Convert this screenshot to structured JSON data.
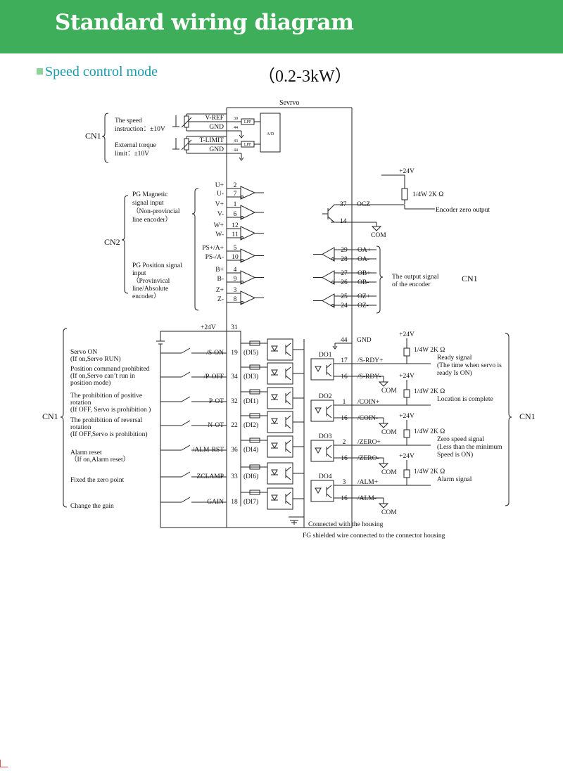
{
  "header": {
    "title": "Standard wiring diagram",
    "bg_color": "#3fae5a"
  },
  "mode": {
    "label": "Speed control mode",
    "range": "（0.2-3kW）",
    "label_color": "#1b9aaa"
  },
  "servo_label": "Sevrvo",
  "cn1_label": "CN1",
  "cn2_label": "CN2",
  "analog": {
    "speed_desc": [
      "The speed",
      "instruction：±10V"
    ],
    "torque_desc": [
      "External torque",
      "limit：±10V"
    ],
    "lpf": "LPF",
    "ad": "A/D",
    "signals": [
      {
        "name": "V-REF",
        "pin": "30"
      },
      {
        "name": "GND",
        "pin": "44"
      },
      {
        "name": "T-LIMIT",
        "pin": "43"
      },
      {
        "name": "GND",
        "pin": "44"
      }
    ]
  },
  "encoder_in": {
    "pg_mag_desc": [
      "PG Magnetic",
      "signal input",
      "（Non-provincial",
      "line encoder）"
    ],
    "pg_pos_desc": [
      "PG Position signal",
      "input",
      "（Provinvical",
      "line/Absolute",
      "encoder）"
    ],
    "signals": [
      {
        "name": "U+",
        "pin": "2"
      },
      {
        "name": "U-",
        "pin": "7"
      },
      {
        "name": "V+",
        "pin": "1"
      },
      {
        "name": "V-",
        "pin": "6"
      },
      {
        "name": "W+",
        "pin": "12"
      },
      {
        "name": "W-",
        "pin": "11"
      },
      {
        "name": "PS+/A+",
        "pin": "5"
      },
      {
        "name": "PS-/A-",
        "pin": "10"
      },
      {
        "name": "B+",
        "pin": "4"
      },
      {
        "name": "B-",
        "pin": "9"
      },
      {
        "name": "Z+",
        "pin": "3"
      },
      {
        "name": "Z-",
        "pin": "8"
      }
    ]
  },
  "encoder_zero": {
    "supply": "+24V",
    "resistor": "1/4W 2K Ω",
    "pin_ocz": "37",
    "name_ocz": "OCZ",
    "pin_gnd": "14",
    "com": "COM",
    "label": "Encoder zero output"
  },
  "encoder_out": {
    "desc": [
      "The output signal",
      "of the encoder"
    ],
    "cn": "CN1",
    "signals": [
      {
        "name": "OA+",
        "pin": "29"
      },
      {
        "name": "OA-",
        "pin": "28"
      },
      {
        "name": "OB+",
        "pin": "27"
      },
      {
        "name": "OB-",
        "pin": "26"
      },
      {
        "name": "OZ+",
        "pin": "25"
      },
      {
        "name": "OZ-",
        "pin": "24"
      }
    ]
  },
  "digital_in": {
    "supply": {
      "name": "+24V",
      "pin": "31"
    },
    "items": [
      {
        "desc": [
          "Servo ON",
          "(If on,Servo RUN)"
        ],
        "name": "/S-ON",
        "pin": "19",
        "di": "(DI5)"
      },
      {
        "desc": [
          "Position command prohibited",
          "(If on,Servo can’t run in",
          "position mode)"
        ],
        "name": "/P-OFF",
        "pin": "34",
        "di": "(DI3)"
      },
      {
        "desc": [
          "The prohibition of positive",
          "rotation",
          "(If OFF, Servo is prohibition )"
        ],
        "name": "P-OT",
        "pin": "32",
        "di": "(DI1)"
      },
      {
        "desc": [
          "The prohibition of reversal",
          "rotation",
          "(If OFF,Servo is prohibition)"
        ],
        "name": "N-OT",
        "pin": "22",
        "di": "(DI2)"
      },
      {
        "desc": [
          "Alarm reset",
          "（If on,Alarm reset）"
        ],
        "name": "/ALM-RST",
        "pin": "36",
        "di": "(DI4)"
      },
      {
        "desc": [
          "Fixed the zero point"
        ],
        "name": "ZCLAMP",
        "pin": "33",
        "di": "(DI6)"
      },
      {
        "desc": [
          "Change the gain"
        ],
        "name": "GAIN",
        "pin": "18",
        "di": "(DI7)"
      }
    ]
  },
  "digital_out": {
    "gnd": {
      "name": "GND",
      "pin": "44"
    },
    "supply": "+24V",
    "resistor": "1/4W 2K Ω",
    "com": "COM",
    "items": [
      {
        "do": "DO1",
        "pos": {
          "name": "/S-RDY+",
          "pin": "17"
        },
        "neg": {
          "name": "/S-RDY-",
          "pin": "16"
        },
        "desc": [
          "Ready signal",
          "(The time when servo is",
          "ready Is ON)"
        ]
      },
      {
        "do": "DO2",
        "pos": {
          "name": "/COIN+",
          "pin": "1"
        },
        "neg": {
          "name": "/COIN-",
          "pin": "16"
        },
        "desc": [
          "Location is complete"
        ]
      },
      {
        "do": "DO3",
        "pos": {
          "name": "/ZERO+",
          "pin": "2"
        },
        "neg": {
          "name": "/ZERO-",
          "pin": "16"
        },
        "desc": [
          "Zero speed signal",
          "(Less than the minimum",
          "Speed is ON)"
        ]
      },
      {
        "do": "DO4",
        "pos": {
          "name": "/ALM+",
          "pin": "3"
        },
        "neg": {
          "name": "/ALM-",
          "pin": "16"
        },
        "desc": [
          "Alarm signal"
        ]
      }
    ]
  },
  "housing": {
    "line1": "Connected with the housing",
    "line2": "FG shielded wire connected to the connector housing"
  }
}
